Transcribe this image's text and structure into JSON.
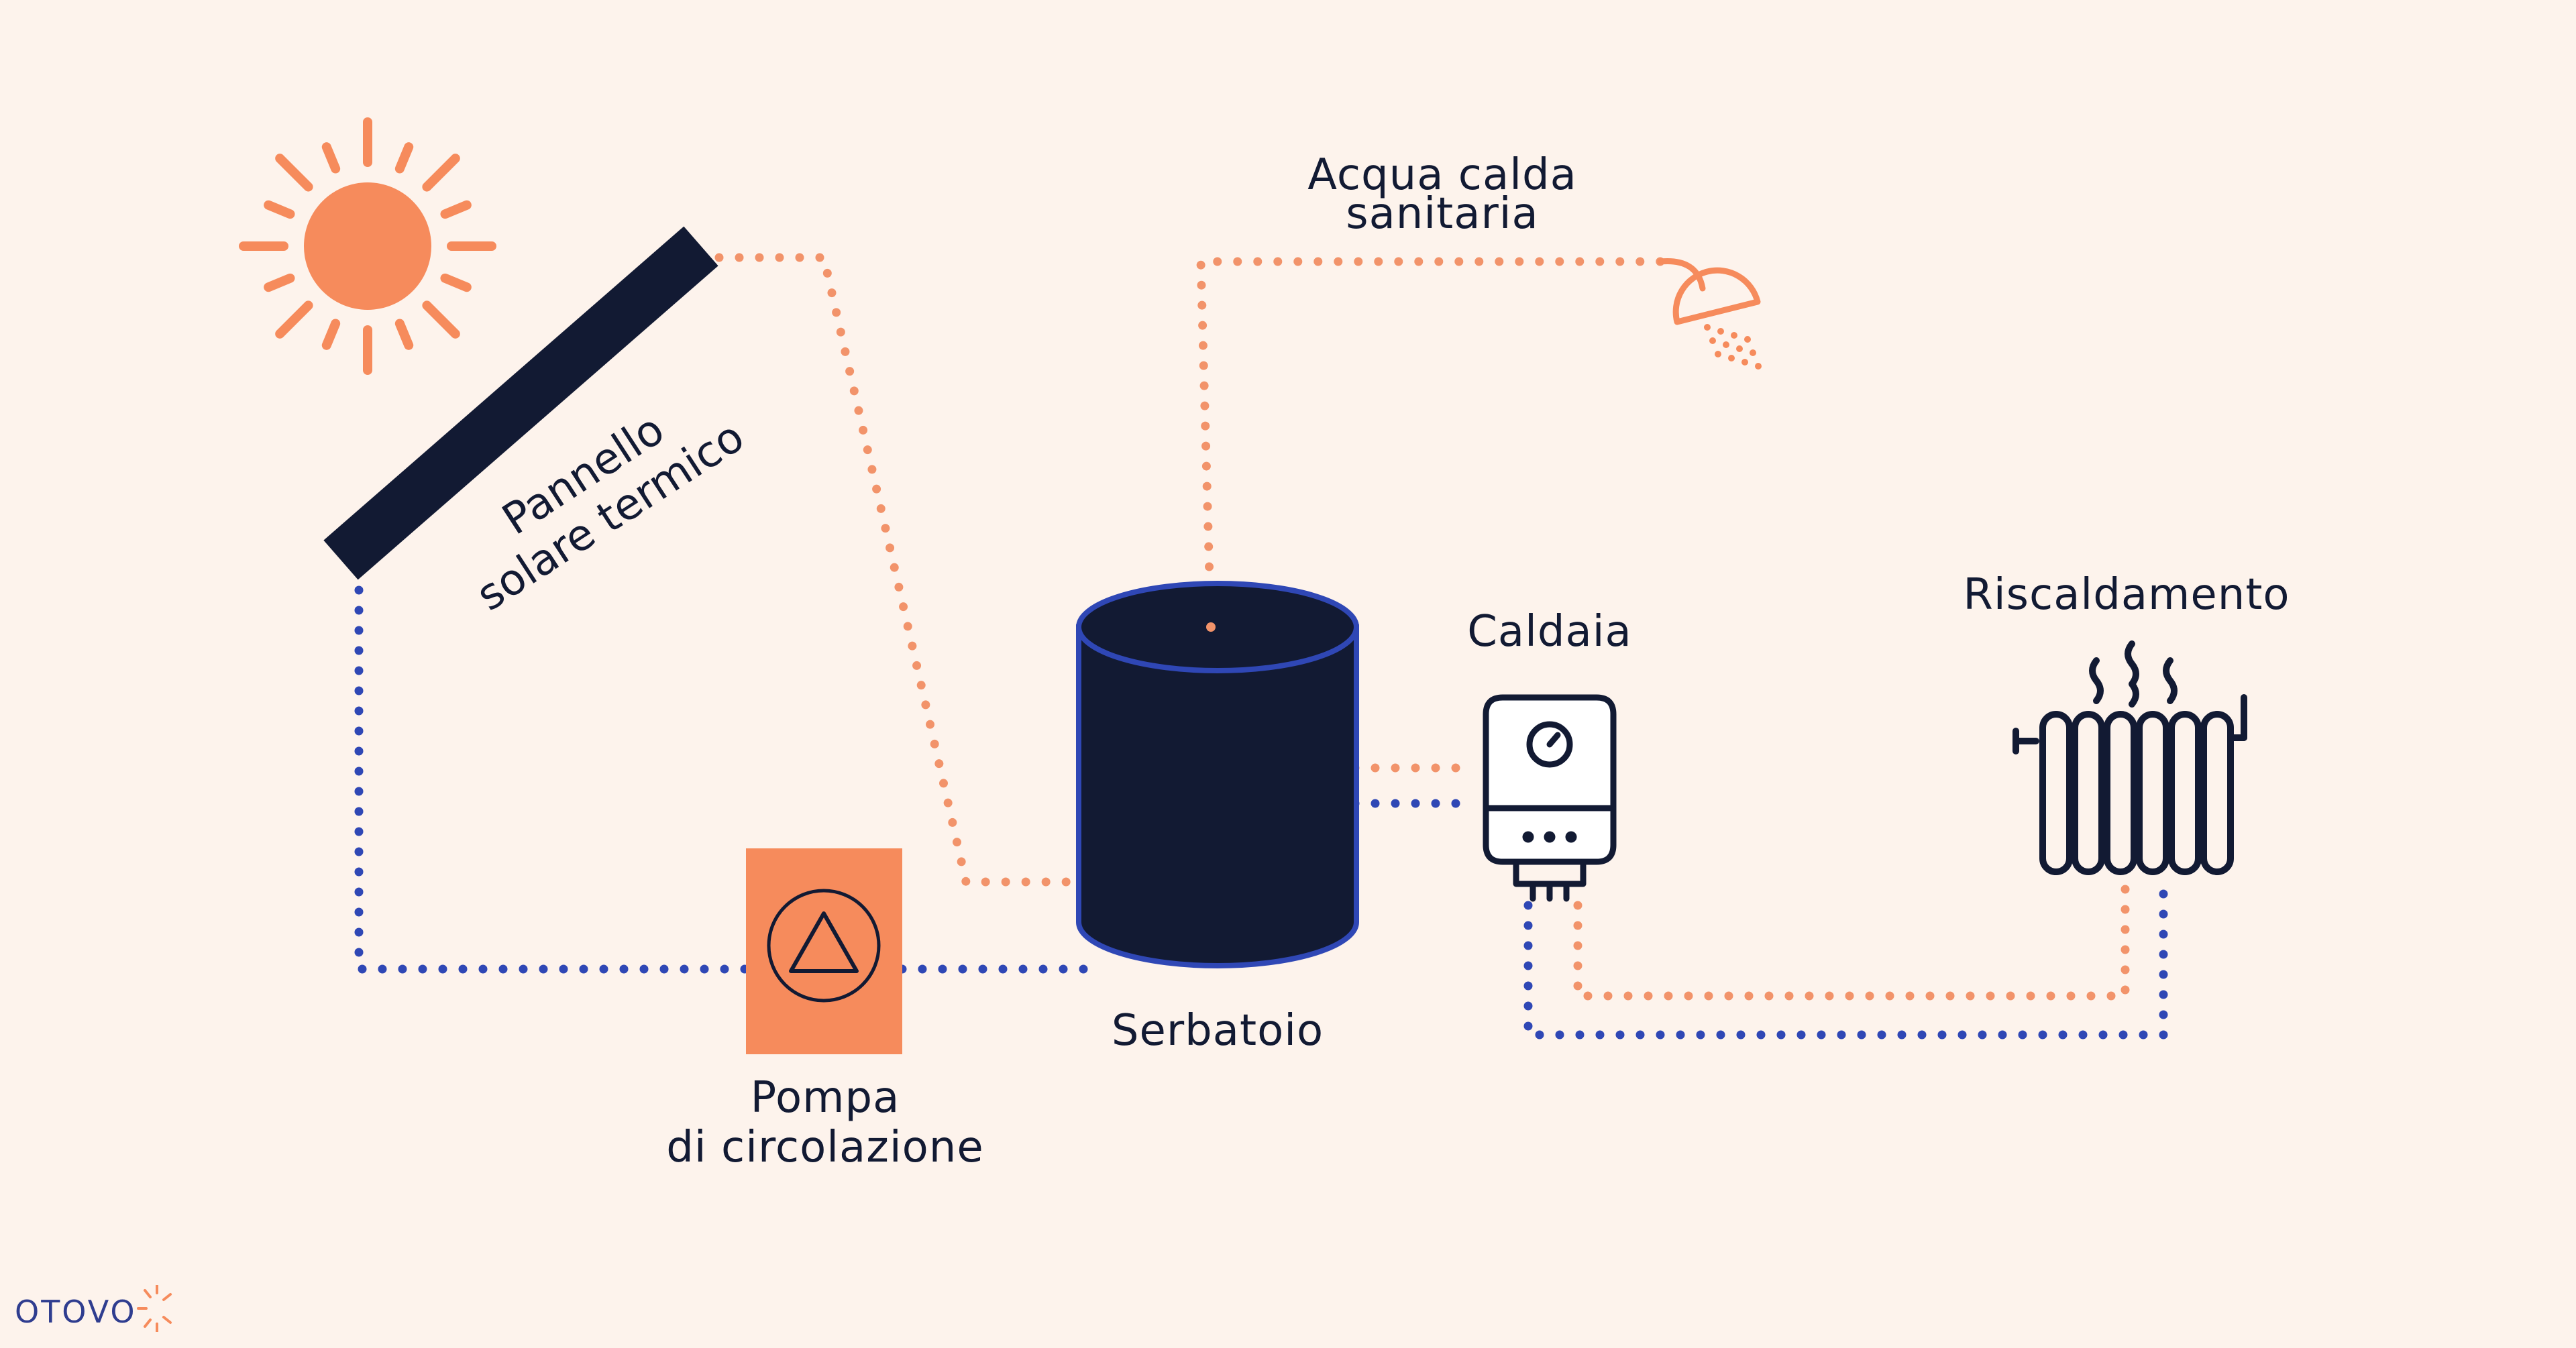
{
  "labels": {
    "panel_line1": "Pannello",
    "panel_line2": "solare termico",
    "hot_water_line1": "Acqua calda",
    "hot_water_line2": "sanitaria",
    "tank": "Serbatoio",
    "boiler": "Caldaia",
    "heating": "Riscaldamento",
    "pump_line1": "Pompa",
    "pump_line2": "di circolazione"
  },
  "logo": "OTOVO",
  "colors": {
    "background": "#fdf3ec",
    "navy": "#121a33",
    "orange": "#f68b5c",
    "hot_pipe": "#f2936a",
    "cold_pipe": "#2f47b5",
    "tank_outline": "#2f47b5"
  },
  "icons": [
    "sun-icon",
    "shower-icon",
    "boiler-icon",
    "radiator-icon",
    "pump-icon"
  ]
}
